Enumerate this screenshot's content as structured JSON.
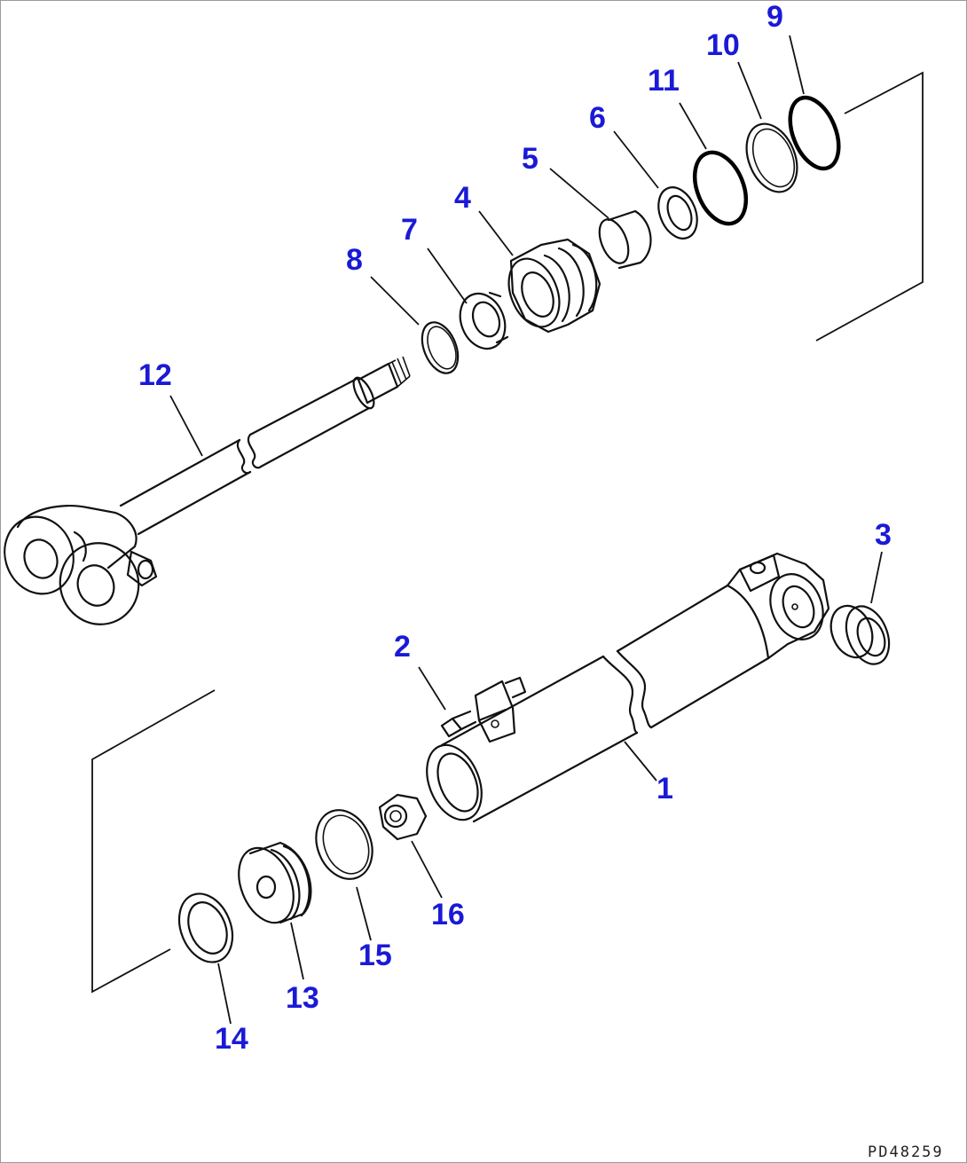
{
  "diagram": {
    "drawing_code": "PD48259",
    "callouts": [
      {
        "id": "1",
        "label": "1"
      },
      {
        "id": "2",
        "label": "2"
      },
      {
        "id": "3",
        "label": "3"
      },
      {
        "id": "4",
        "label": "4"
      },
      {
        "id": "5",
        "label": "5"
      },
      {
        "id": "6",
        "label": "6"
      },
      {
        "id": "7",
        "label": "7"
      },
      {
        "id": "8",
        "label": "8"
      },
      {
        "id": "9",
        "label": "9"
      },
      {
        "id": "10",
        "label": "10"
      },
      {
        "id": "11",
        "label": "11"
      },
      {
        "id": "12",
        "label": "12"
      },
      {
        "id": "13",
        "label": "13"
      },
      {
        "id": "14",
        "label": "14"
      },
      {
        "id": "15",
        "label": "15"
      },
      {
        "id": "16",
        "label": "16"
      }
    ],
    "colors": {
      "callout": "#1a1ad6",
      "line": "#111111"
    }
  }
}
